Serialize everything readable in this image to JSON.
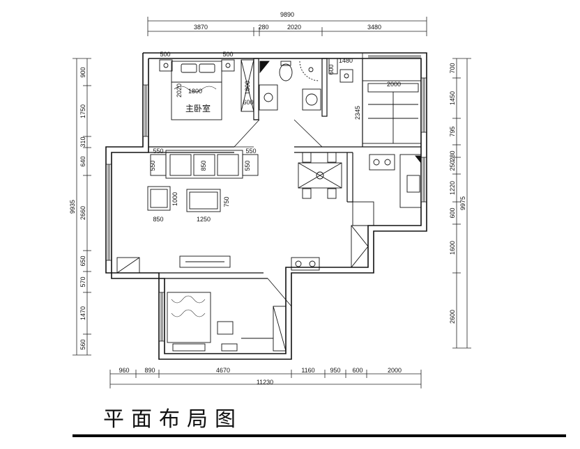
{
  "title": "平面布局图",
  "room_label": "主卧室",
  "dims_top_total": "9890",
  "dims_top": [
    "3870",
    "280",
    "2020",
    "3480"
  ],
  "dims_bottom_total": "11230",
  "dims_bottom": [
    "960",
    "890",
    "4670",
    "1160",
    "950",
    "600",
    "2000"
  ],
  "dims_left_total": "9935",
  "dims_left": [
    "900",
    "1750",
    "310",
    "640",
    "2660",
    "650",
    "570",
    "1470",
    "560"
  ],
  "dims_right_total": "9975",
  "dims_right": [
    "700",
    "1450",
    "795",
    "250",
    "280",
    "1220",
    "600",
    "1600",
    "2600"
  ],
  "interior": {
    "bed_side_l": "500",
    "bed_side_r": "500",
    "bed_length": "2020",
    "bed_width": "1800",
    "wardrobe_len": "1800",
    "wardrobe_depth": "600",
    "bath_w": "600",
    "bath_d": "1480",
    "kitchen_w": "2000",
    "kitchen_h": "2345",
    "sofa_side_l": "550",
    "sofa_side_r": "550",
    "sofa_end_l": "550",
    "sofa_end_r": "550",
    "sofa_depth": "850",
    "chair_size": "1000",
    "chair_w": "850",
    "table_w": "1250",
    "table_d": "750"
  }
}
